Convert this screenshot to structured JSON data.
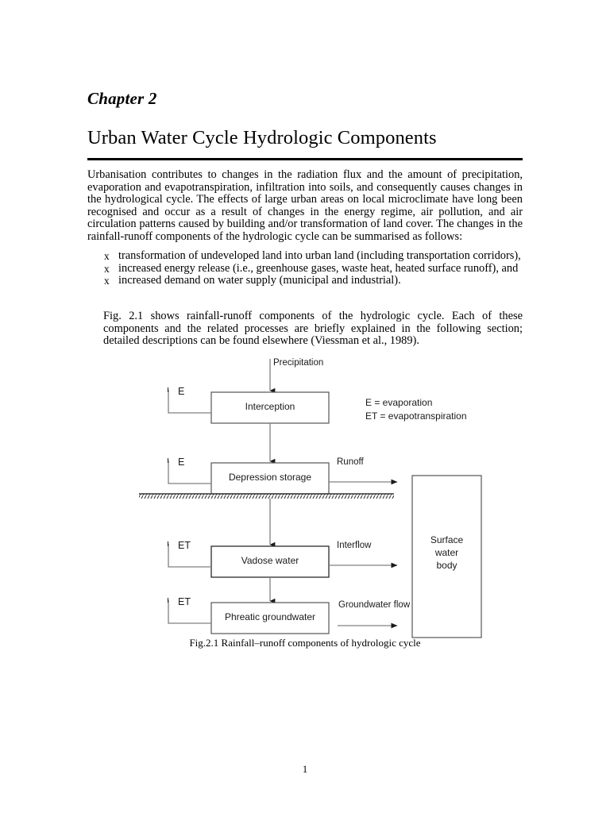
{
  "document": {
    "chapter_label": "Chapter 2",
    "chapter_title": "Urban Water Cycle Hydrologic Components",
    "page_number": "1"
  },
  "paragraphs": {
    "intro": "Urbanisation contributes to changes in the radiation flux and the amount of precipitation, evaporation and evapotranspiration, infiltration into soils, and consequently causes changes in the hydrological cycle. The effects of large urban areas on local microclimate have long been recognised and occur as a result of changes in the energy regime, air pollution, and air circulation patterns caused by building and/or transformation of land cover. The changes in the rainfall-runoff components of the hydrologic cycle can be summarised as follows:",
    "closing": "Fig. 2.1 shows rainfall-runoff components of the hydrologic cycle. Each of these components and the related processes are briefly explained in the following section; detailed descriptions can be found elsewhere (Viessman et al., 1989)."
  },
  "bullets": {
    "marker": "x",
    "items": [
      "transformation of undeveloped land into urban land (including transportation corridors),",
      "increased energy release (i.e., greenhouse gases, waste heat, heated surface runoff), and",
      "increased demand on water supply (municipal and industrial)."
    ]
  },
  "figure": {
    "caption": "Fig.2.1 Rainfall–runoff components of hydrologic cycle",
    "boxes": [
      {
        "id": "interception",
        "label": "Interception"
      },
      {
        "id": "depression-storage",
        "label": "Depression storage"
      },
      {
        "id": "vadose-water",
        "label": "Vadose water"
      },
      {
        "id": "phreatic-groundwater",
        "label": "Phreatic groundwater"
      },
      {
        "id": "surface-water-body",
        "label_line1": "Surface",
        "label_line2": "water",
        "label_line3": "body"
      }
    ],
    "flow_labels": {
      "precipitation": "Precipitation",
      "runoff": "Runoff",
      "interflow": "Interflow",
      "groundwater_flow": "Groundwater flow"
    },
    "loss_labels": {
      "interception_loss": "E",
      "depression_loss": "E",
      "vadose_loss": "ET",
      "phreatic_loss": "ET"
    },
    "legend": [
      "E = evaporation",
      "ET = evapotranspiration"
    ],
    "colors": {
      "box_stroke": "#555555",
      "arrow_stroke": "#808080",
      "ground_line": "#333333",
      "text": "#1a1a1a"
    }
  }
}
